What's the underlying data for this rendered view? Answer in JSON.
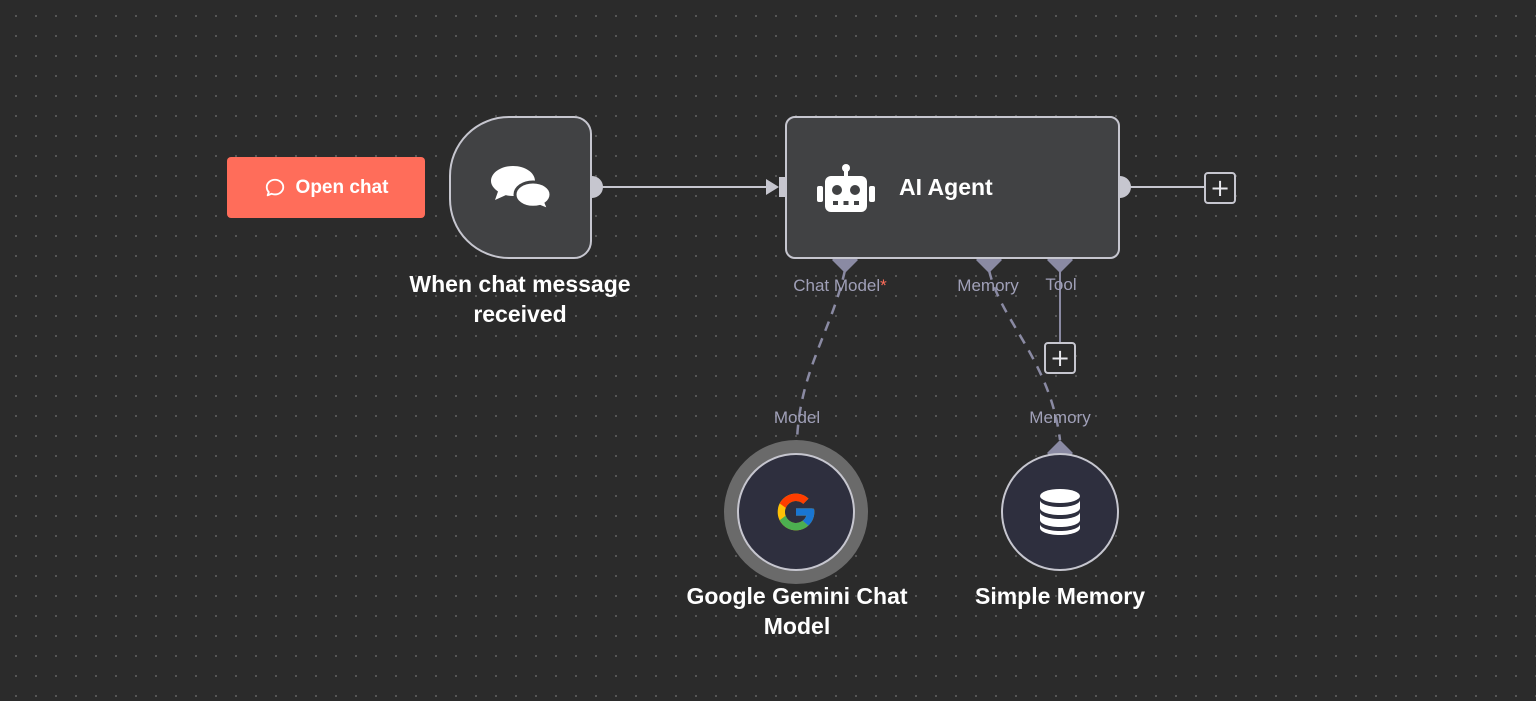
{
  "open_chat": {
    "label": "Open chat",
    "icon": "chat-bubble-icon",
    "color": "#ff6d5a"
  },
  "nodes": {
    "trigger": {
      "label": "When chat message received",
      "icon": "chat-bubbles-icon"
    },
    "agent": {
      "title": "AI Agent",
      "icon": "robot-icon",
      "handles": {
        "chat_model": "Chat Model",
        "required_mark": "*",
        "memory": "Memory",
        "tool": "Tool"
      }
    },
    "gemini": {
      "label": "Google Gemini Chat Model",
      "icon": "google-icon",
      "handle": "Model"
    },
    "memory": {
      "label": "Simple Memory",
      "icon": "database-icon",
      "handle": "Memory"
    }
  },
  "plus_symbol": "+",
  "colors": {
    "canvas": "#2b2b2b",
    "node_fill": "#414244",
    "node_border": "#c6c6cf",
    "connector": "#8a8aa3",
    "accent": "#ff6d5a"
  }
}
